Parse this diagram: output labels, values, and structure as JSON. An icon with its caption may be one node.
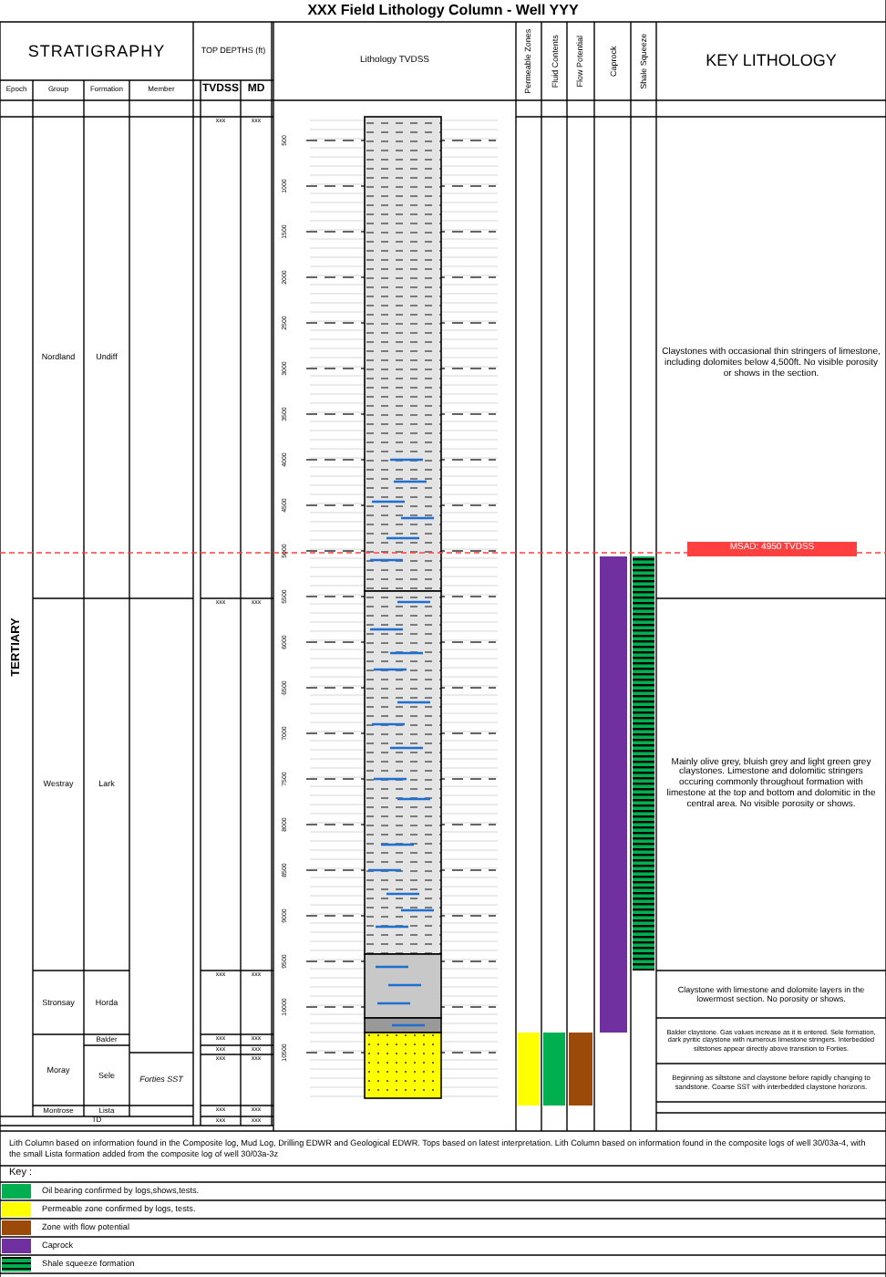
{
  "diagram": {
    "title": "XXX Field Lithology Column - Well YYY",
    "labels": [
      "STRATIGRAPHY",
      "TOP DEPTHS (ft)",
      "Lithology TVDSS",
      "Permeable Zones",
      "Fluid Contents",
      "Flow Potential",
      "Caprock",
      "Shale Squeeze",
      "KEY LITHOLOGY",
      "Epoch",
      "Group",
      "Formation",
      "Member",
      "TVDSS",
      "MD",
      "Nordland",
      "Undiff",
      "TERTIARY",
      "Westray",
      "Lark",
      "Stronsay",
      "Horda",
      "Balder",
      "Moray",
      "Sele",
      "Forties SST",
      "Montrose",
      "Lista",
      "TD",
      "xxx",
      "xxx",
      "xxx",
      "xxx",
      "xxx",
      "xxx",
      "xxx",
      "xxx",
      "xxx",
      "xxx",
      "xxx",
      "xxx",
      "xxx",
      "xxx",
      "xxx",
      "xxx",
      "500",
      "1000",
      "1500",
      "2000",
      "2500",
      "3000",
      "3500",
      "4000",
      "4500",
      "5000",
      "5500",
      "6000",
      "6500",
      "7000",
      "7500",
      "8000",
      "8500",
      "9000",
      "9500",
      "10000",
      "10500",
      "MSAD: 4950 TVDSS",
      "Claystones with occasional thin stringers of limestone, including dolomites below 4,500ft. No visible porosity or shows in the section.",
      "Mainly olive grey, bluish grey and light green grey claystones. Limestone and dolomitic stringers occuring commonly throughout formation with limestone at the top and bottom and dolomitic in the central area. No visible porosity or shows.",
      "Claystone with limestone and dolomite layers in the lowermost section. No porosity or shows.",
      "Balder claystone. Gas values increase as it is entered. Sele formation, dark pyritic claystone with numerous limestone stringers. Interbedded siltstones appear directly above transition to Forties.",
      "Beginning as siltstone and claystone before rapidly changing to sandstone. Coarse SST with interbedded claystone horizons.",
      "Lith Column based on information found in the Composite log, Mud Log, Drilling EDWR and Geological EDWR. Tops based on latest interpretation. Lith Column based on information found in the composite logs of well 30/03a-4, with the small Lista formation added from the composite log of well 30/03a-3z",
      "Key :"
    ],
    "legend": [
      {
        "text": "Oil bearing confirmed by logs,shows,tests.",
        "color": "#00b050"
      },
      {
        "text": "Permeable zone confirmed by logs, tests.",
        "color": "#ffff00"
      },
      {
        "text": "Zone with flow potential",
        "color": "#9c4a0a"
      },
      {
        "text": "Caprock",
        "color": "#7030a0"
      },
      {
        "text": "Shale squeeze formation"
      }
    ]
  }
}
